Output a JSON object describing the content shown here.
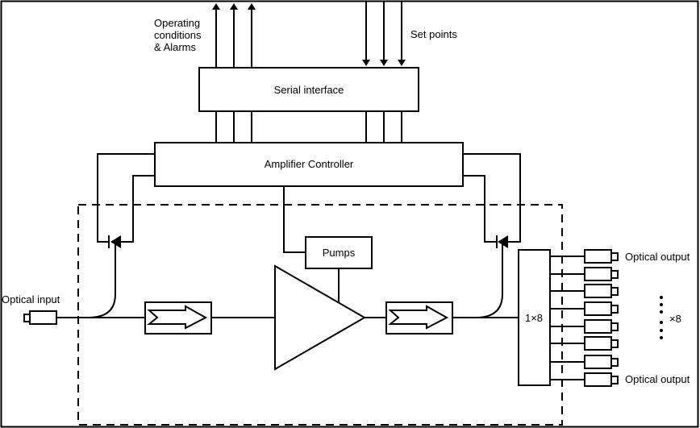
{
  "labels": {
    "operating_line1": "Operating",
    "operating_line2": "conditions",
    "operating_line3": "& Alarms",
    "set_points": "Set points",
    "serial_interface": "Serial interface",
    "amplifier_controller": "Amplifier Controller",
    "pumps": "Pumps",
    "optical_input": "Optical input",
    "splitter": "1×8",
    "optical_output_top": "Optical output",
    "optical_output_bottom": "Optical output",
    "multiplier": "×8"
  }
}
